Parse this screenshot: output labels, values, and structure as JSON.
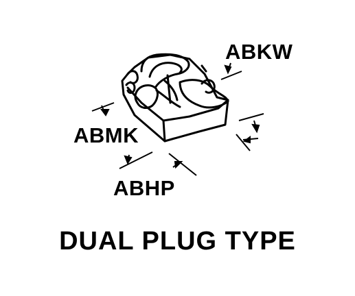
{
  "diagram": {
    "labels": {
      "abkw": "ABKW",
      "abmk": "ABMK",
      "abhp": "ABHP"
    },
    "caption": "DUAL PLUG TYPE",
    "stroke_color": "#000000",
    "background_color": "#ffffff"
  }
}
